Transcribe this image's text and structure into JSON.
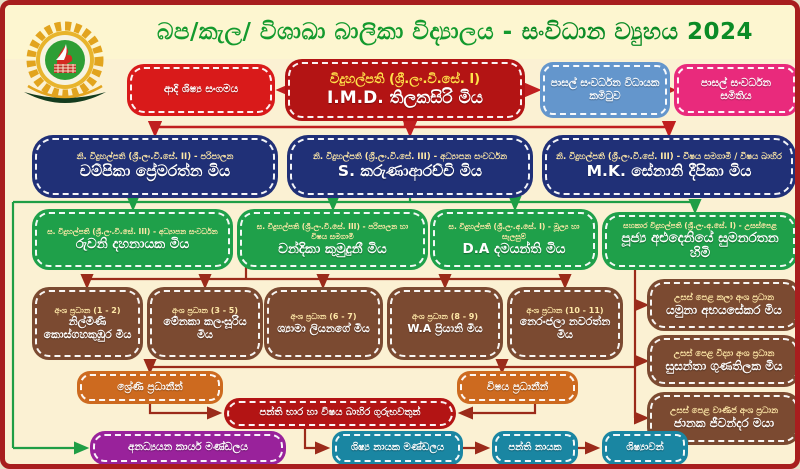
{
  "title": {
    "school_part": "බප/කැල/ විශාඛා බාලිකා විද්‍යාලය -",
    "org_part": "සංවිධාන ව්‍යුහය 2024"
  },
  "logo": {
    "name": "school-crest"
  },
  "top": {
    "alumni": "ආදි ශිෂ්‍ය සංගමය",
    "principal_title": "විදුහල්පති (ශ්‍රී.ලං.වි.සේ. I)",
    "principal_name": "I.M.D. තිලකසිරි මිය",
    "dev_exec_committee": "පාසල් සංවර්ධන විධායක කමිටුව",
    "dev_society": "පාසල් සංවර්ධන සමිතිය"
  },
  "deputies": [
    {
      "title": "නි. විදුහල්පති (ශ්‍රී.ලං.වි.සේ. II) - පරිපාලන",
      "name": "චම්පිකා ප්‍රේමරත්න මිය"
    },
    {
      "title": "නි. විදුහල්පති (ශ්‍රී.ලං.වි.සේ. III) - අධ්‍යාපන සංවර්ධන",
      "name": "S. කරුණාආරච්චි මිය"
    },
    {
      "title": "නි. විදුහල්පති (ශ්‍රී.ලං.වි.සේ. III) - විෂය සමගාමී / විෂය බාහිර",
      "name": "M.K. සේනානි දීපිකා මිය"
    }
  ],
  "assistants": [
    {
      "title": "ස. විදුහල්පති (ශ්‍රී.ලං.වි.සේ. III) - අධ්‍යාපන සංවර්ධන",
      "name": "රුවනි දහනායක මිය"
    },
    {
      "title": "ස. විදුහල්පති (ශ්‍රී.ලං.වි.සේ. III) - පරිපාලන හා විෂය සමගාමී",
      "name": "චන්දිකා කුමුදුනී මිය"
    },
    {
      "title": "ස. විදුහල්පති (ශ්‍රී.ලං.අ.සේ. I) - මූල්‍ය හා සැලසුම්",
      "name": "D.A දමයන්ති මිය"
    },
    {
      "title": "සහකාර විදුහල්පති (ශ්‍රී.ලං.අ.සේ. I) - උසස්පෙළ",
      "name": "පූජ්‍ය අළුදෙනියේ සුමනරතන හිමි"
    }
  ],
  "sections": [
    {
      "title": "අංශ ප්‍රධාන (1 - 2)",
      "name": "නිල්මිණි කොස්ගහකුඹුර මිය"
    },
    {
      "title": "අංශ ප්‍රධාන (3 - 5)",
      "name": "මේනකා කලංසූරිය මිය"
    },
    {
      "title": "අංශ ප්‍රධාන (6 - 7)",
      "name": "ශ්‍යාමා ලියනගේ මිය"
    },
    {
      "title": "අංශ ප්‍රධාන (8 - 9)",
      "name": "W.A ප්‍රියානි මිය"
    },
    {
      "title": "අංශ ප්‍රධාන (10 - 11)",
      "name": "නෙරංජලා නවරත්න මිය"
    }
  ],
  "al_sections": [
    {
      "title": "උසස් පෙළ කලා අංශ ප්‍රධාන",
      "name": "යමුනා අභයසේකර මිය"
    },
    {
      "title": "උසස් පෙළ විද්‍යා අංශ ප්‍රධාන",
      "name": "සුසන්තා ගුණතිලක මිය"
    },
    {
      "title": "උසස් පෙළ වාණිජ අංශ ප්‍රධාන",
      "name": "ජානක ජීවන්දර මයා"
    }
  ],
  "middle": {
    "grade_heads": "ශ්‍රේණි ප්‍රධානීන්",
    "subject_heads": "විෂය ප්‍රධානීන්",
    "teachers": "පන්ති භාර හා විෂය බාහිර ගුරුභවතුන්"
  },
  "bottom": {
    "non_academic_staff": "අනධ්‍යයන කාර්ය මණ්ඩලය",
    "prefects_board": "ශිෂ්‍ය නායක මණ්ඩලය",
    "class_leader": "පන්ති නායක",
    "students": "ශිෂ්‍යාවන්"
  },
  "colors": {
    "background": "#fbf1d3",
    "frame": "#a81e1e",
    "title_green": "#149a2e",
    "red": "#d91a1a",
    "navy": "#203077",
    "green": "#1fa04a",
    "brown": "#7b4a31",
    "orange": "#cd6a1f",
    "blue": "#6496cc",
    "pink": "#e92a7c",
    "purple": "#99229b",
    "teal": "#1a86a2",
    "connector_red": "#c01f1f",
    "connector_green": "#1f9e45",
    "connector_maroon": "#9b2b1a"
  }
}
